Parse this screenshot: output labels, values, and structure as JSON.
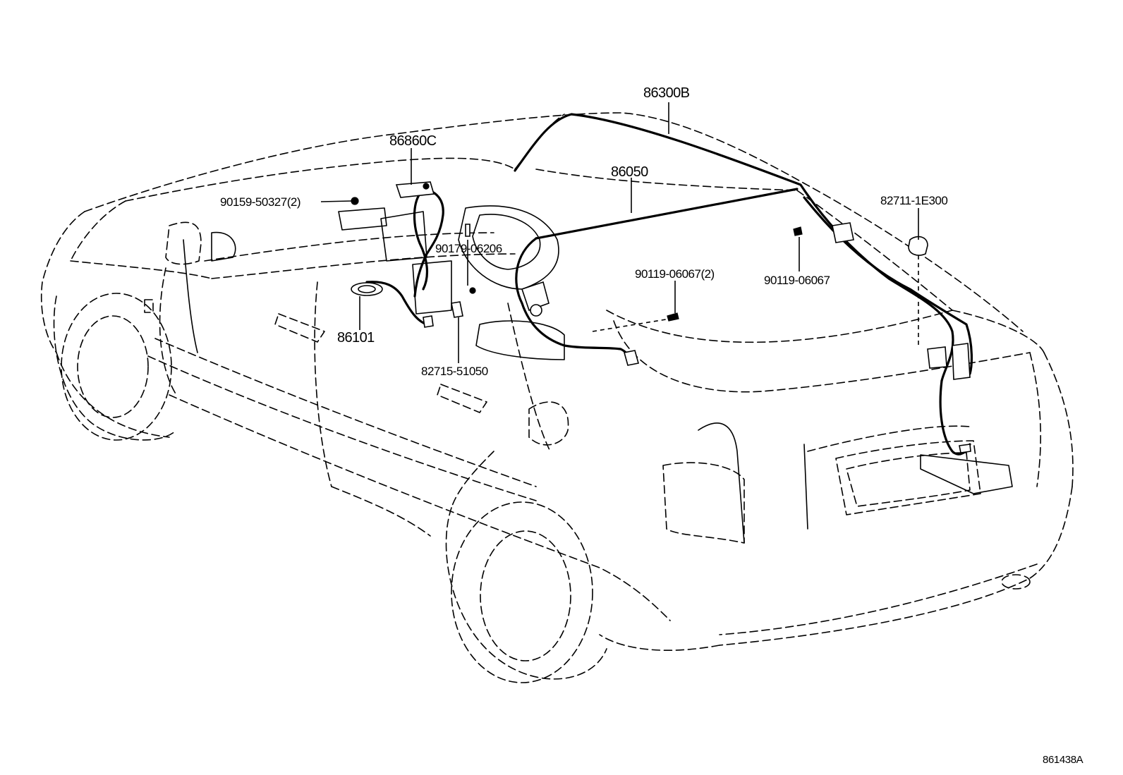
{
  "diagram": {
    "figure_code": "861438A",
    "callouts": [
      {
        "id": "86300B",
        "label": "86300B"
      },
      {
        "id": "86860C",
        "label": "86860C"
      },
      {
        "id": "86050",
        "label": "86050"
      },
      {
        "id": "90159-50327",
        "label": "90159-50327(2)"
      },
      {
        "id": "82711-1E300",
        "label": "82711-1E300"
      },
      {
        "id": "90179-06206",
        "label": "90179-06206"
      },
      {
        "id": "90119-06067-2",
        "label": "90119-06067(2)"
      },
      {
        "id": "90119-06067",
        "label": "90119-06067"
      },
      {
        "id": "86101",
        "label": "86101"
      },
      {
        "id": "82715-51050",
        "label": "82715-51050"
      }
    ]
  }
}
